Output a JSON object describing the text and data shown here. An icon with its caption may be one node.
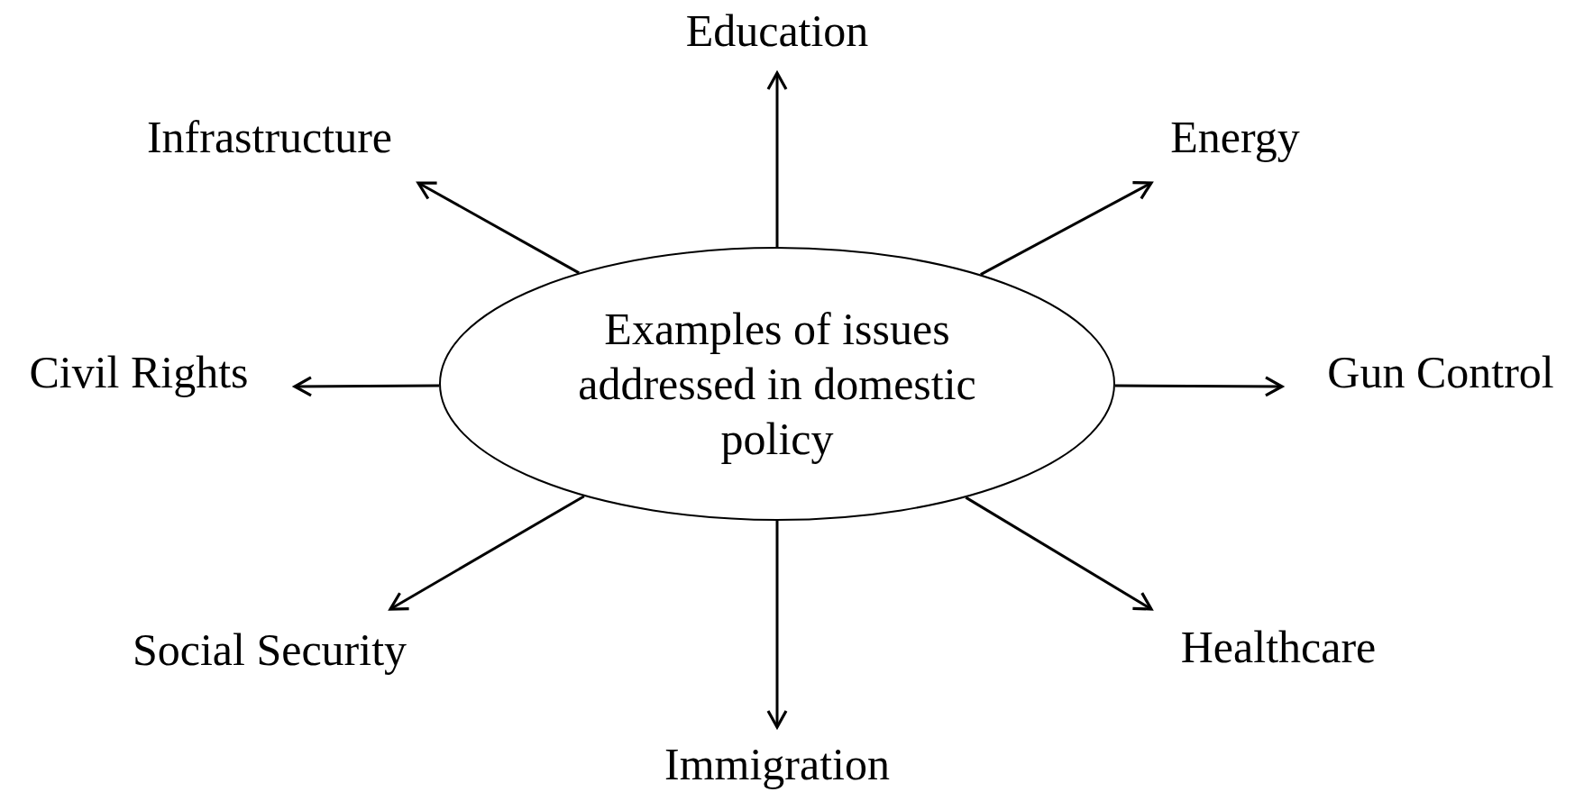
{
  "diagram": {
    "nodes": [
      {
        "text": [
          "Examples of issues addressed in domestic policy"
        ]
      },
      {
        "text": [
          "Education"
        ]
      },
      {
        "text": [
          "Infrastructure"
        ]
      },
      {
        "text": [
          "Energy"
        ]
      },
      {
        "text": [
          "Civil Rights"
        ]
      },
      {
        "text": [
          "Gun Control"
        ]
      },
      {
        "text": [
          "Social Security"
        ]
      },
      {
        "text": [
          "Healthcare"
        ]
      },
      {
        "text": [
          "Immigration"
        ]
      }
    ],
    "edges": [
      {
        "from": 0,
        "to": 1,
        "arrow": "to"
      },
      {
        "from": 0,
        "to": 2,
        "arrow": "to"
      },
      {
        "from": 0,
        "to": 3,
        "arrow": "to"
      },
      {
        "from": 0,
        "to": 4,
        "arrow": "to"
      },
      {
        "from": 0,
        "to": 5,
        "arrow": "to"
      },
      {
        "from": 0,
        "to": 6,
        "arrow": "to"
      },
      {
        "from": 0,
        "to": 7,
        "arrow": "to"
      },
      {
        "from": 0,
        "to": 8,
        "arrow": "to"
      }
    ]
  }
}
